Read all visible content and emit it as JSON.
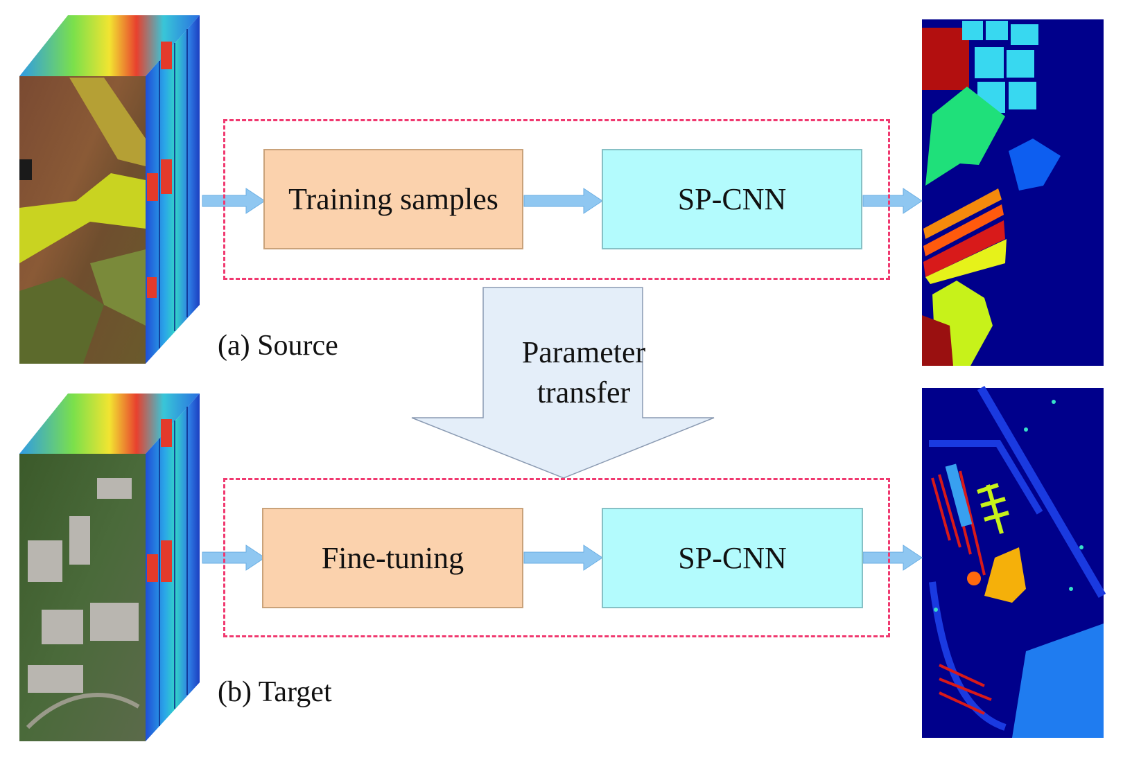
{
  "source": {
    "caption": "(a) Source",
    "step1_label": "Training samples",
    "step2_label": "SP-CNN"
  },
  "target": {
    "caption": "(b) Target",
    "step1_label": "Fine-tuning",
    "step2_label": "SP-CNN"
  },
  "transfer": {
    "label_line1": "Parameter",
    "label_line2": "transfer"
  },
  "colors": {
    "step1_fill": "#fbd2ad",
    "step2_fill": "#b3fbfd",
    "dashed_border": "#f0386f",
    "arrow": "#8fc7f1",
    "transfer_arrow": "#e4eef9",
    "map_background": "#00008b"
  },
  "images": {
    "source_cube": "hyperspectral-cube-farmland",
    "target_cube": "hyperspectral-cube-campus",
    "source_map": "classification-map-source",
    "target_map": "classification-map-target"
  }
}
